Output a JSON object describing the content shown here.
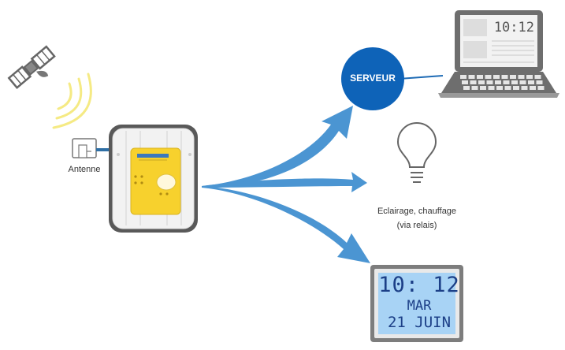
{
  "labels": {
    "antenne": "Antenne",
    "serveur": "SERVEUR",
    "lighting_line1": "Eclairage, chauffage",
    "lighting_line2": "(via relais)"
  },
  "laptop": {
    "time": "10:12"
  },
  "clock": {
    "time": "10: 12",
    "day": "MAR",
    "date": "21 JUIN"
  },
  "colors": {
    "arrow": "#4b95d2",
    "server_circle": "#0e63b8",
    "device_yellow": "#f7d12d",
    "clock_screen": "#a8d3f5",
    "signal": "#f5ea84"
  },
  "icons": [
    "satellite-icon",
    "antenna-icon",
    "receiver-device",
    "server-icon",
    "laptop-icon",
    "lightbulb-icon",
    "clock-display"
  ]
}
